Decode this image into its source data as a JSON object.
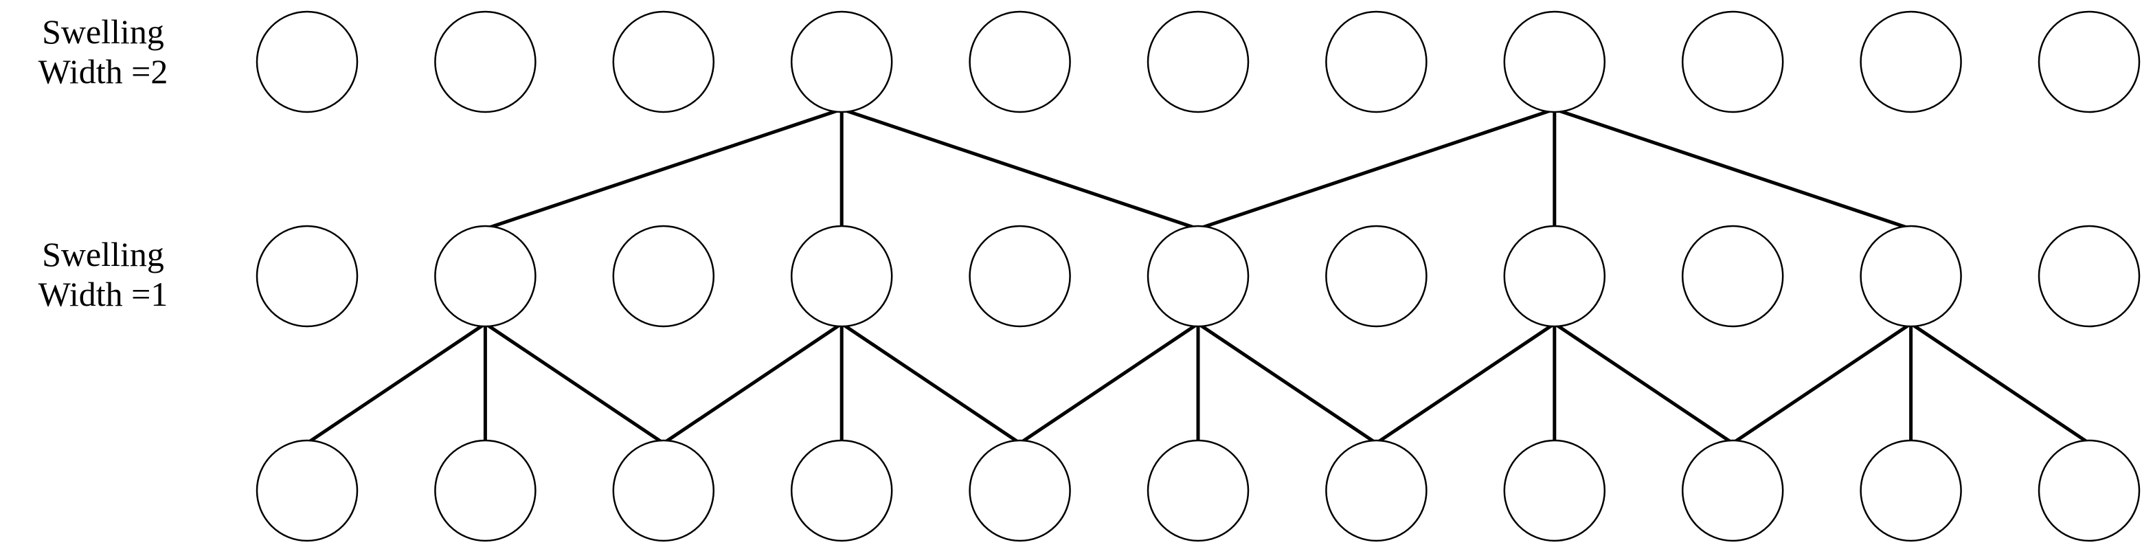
{
  "labels": {
    "top": [
      "Swelling",
      "Width =2"
    ],
    "middle": [
      "Swelling",
      "Width =1"
    ]
  },
  "grid": {
    "columns": 11,
    "rows": 3
  },
  "edges_width2": {
    "source_row": 0,
    "target_row": 1,
    "sources": [
      3,
      7
    ],
    "offsets": [
      -2,
      0,
      2
    ]
  },
  "edges_width1": {
    "source_row": 1,
    "target_row": 2,
    "sources": [
      1,
      3,
      5,
      7,
      9
    ],
    "offsets": [
      -1,
      0,
      1
    ]
  },
  "colors": {
    "stroke": "#000000",
    "fill": "#ffffff",
    "background": "#ffffff"
  }
}
